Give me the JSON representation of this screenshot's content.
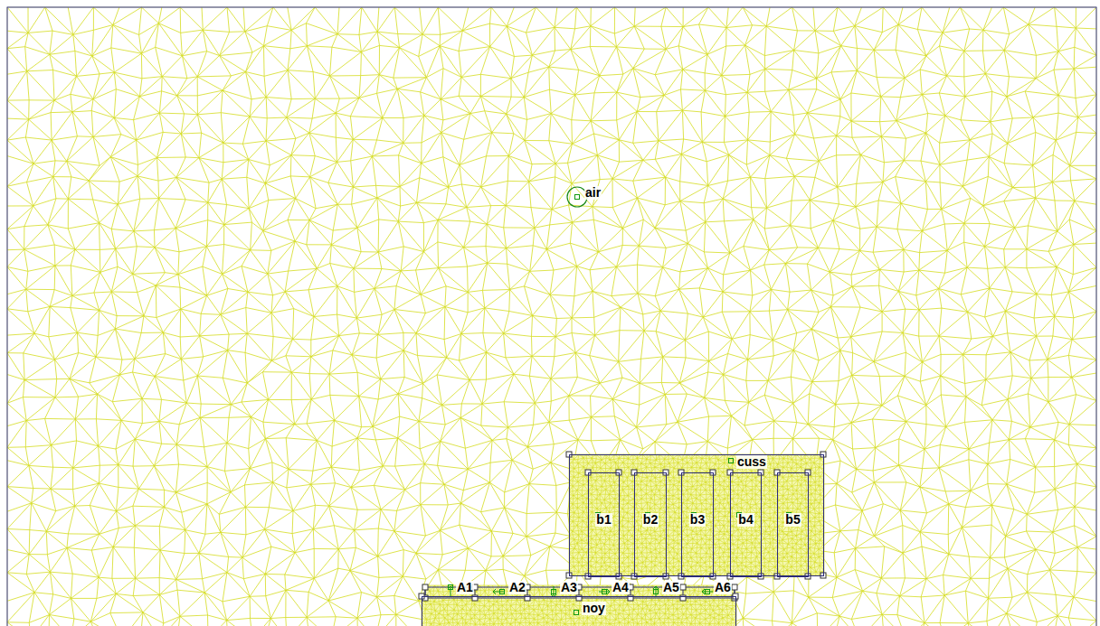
{
  "diagram": {
    "nodes": [
      {
        "text": [
          "cuss"
        ]
      },
      {
        "text": [
          "b1"
        ],
        "in": 0
      },
      {
        "text": [
          "b2"
        ],
        "in": 0
      },
      {
        "text": [
          "b3"
        ],
        "in": 0
      },
      {
        "text": [
          "b4"
        ],
        "in": 0
      },
      {
        "text": [
          "b5"
        ],
        "in": 0
      },
      {
        "text": [
          "noy"
        ]
      }
    ],
    "labels": [
      "air",
      "A1",
      "A2",
      "A3",
      "A4",
      "A5",
      "A6"
    ]
  }
}
